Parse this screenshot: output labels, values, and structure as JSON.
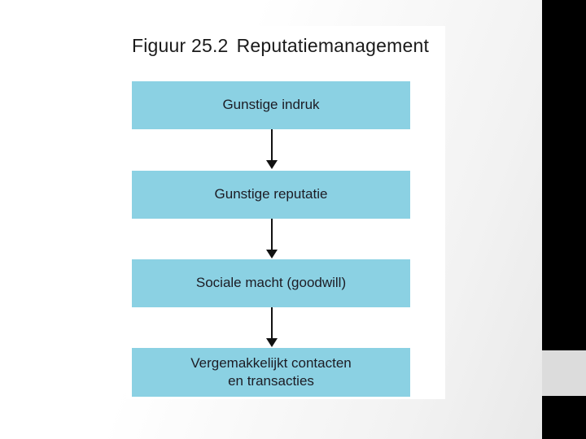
{
  "slide": {
    "figure": {
      "number_label": "Figuur 25.2",
      "title": "Reputatiemanagement"
    },
    "diagram": {
      "type": "vertical-flow",
      "boxes": [
        {
          "label": "Gunstige indruk"
        },
        {
          "label": "Gunstige reputatie"
        },
        {
          "label": "Sociale macht (goodwill)"
        },
        {
          "label": "Vergemakkelijkt contacten\nen transacties"
        }
      ],
      "connectors": [
        {
          "from": 0,
          "to": 1,
          "icon": "down-arrow"
        },
        {
          "from": 1,
          "to": 2,
          "icon": "down-arrow"
        },
        {
          "from": 2,
          "to": 3,
          "icon": "down-arrow"
        }
      ]
    },
    "colors": {
      "box_fill": "#8bd1e3",
      "box_text": "#1c1c24",
      "title_text": "#1a1a1a",
      "arrow": "#111111",
      "panel_bg": "#ffffff",
      "track_bg": "#000000",
      "thumb_bg": "#dcdcdc"
    }
  }
}
